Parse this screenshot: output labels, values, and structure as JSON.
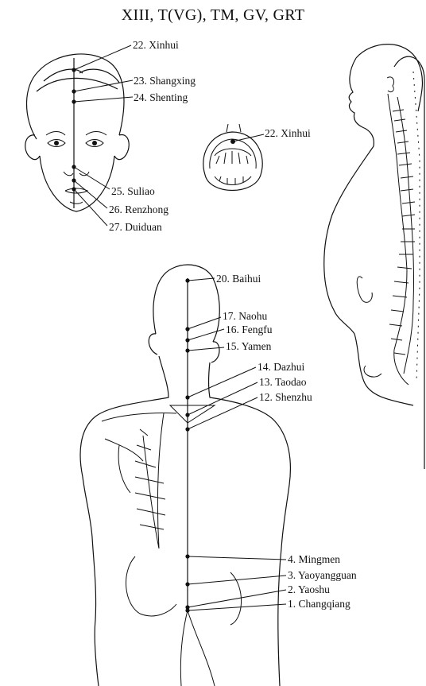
{
  "title": "XIII, T(VG), TM, GV, GRT",
  "face_points": [
    {
      "label": "22. Xinhui"
    },
    {
      "label": "23. Shangxing"
    },
    {
      "label": "24. Shenting"
    },
    {
      "label": "25. Suliao"
    },
    {
      "label": "26. Renzhong"
    },
    {
      "label": "27. Duiduan"
    }
  ],
  "mouth_point": {
    "label": "22. Xinhui"
  },
  "back_points": [
    {
      "label": "20. Baihui"
    },
    {
      "label": "17. Naohu"
    },
    {
      "label": "16. Fengfu"
    },
    {
      "label": "15. Yamen"
    },
    {
      "label": "14. Dazhui"
    },
    {
      "label": "13. Taodao"
    },
    {
      "label": "12. Shenzhu"
    },
    {
      "label": "4. Mingmen"
    },
    {
      "label": "3. Yaoyangguan"
    },
    {
      "label": "2. Yaoshu"
    },
    {
      "label": "1. Changqiang"
    }
  ]
}
